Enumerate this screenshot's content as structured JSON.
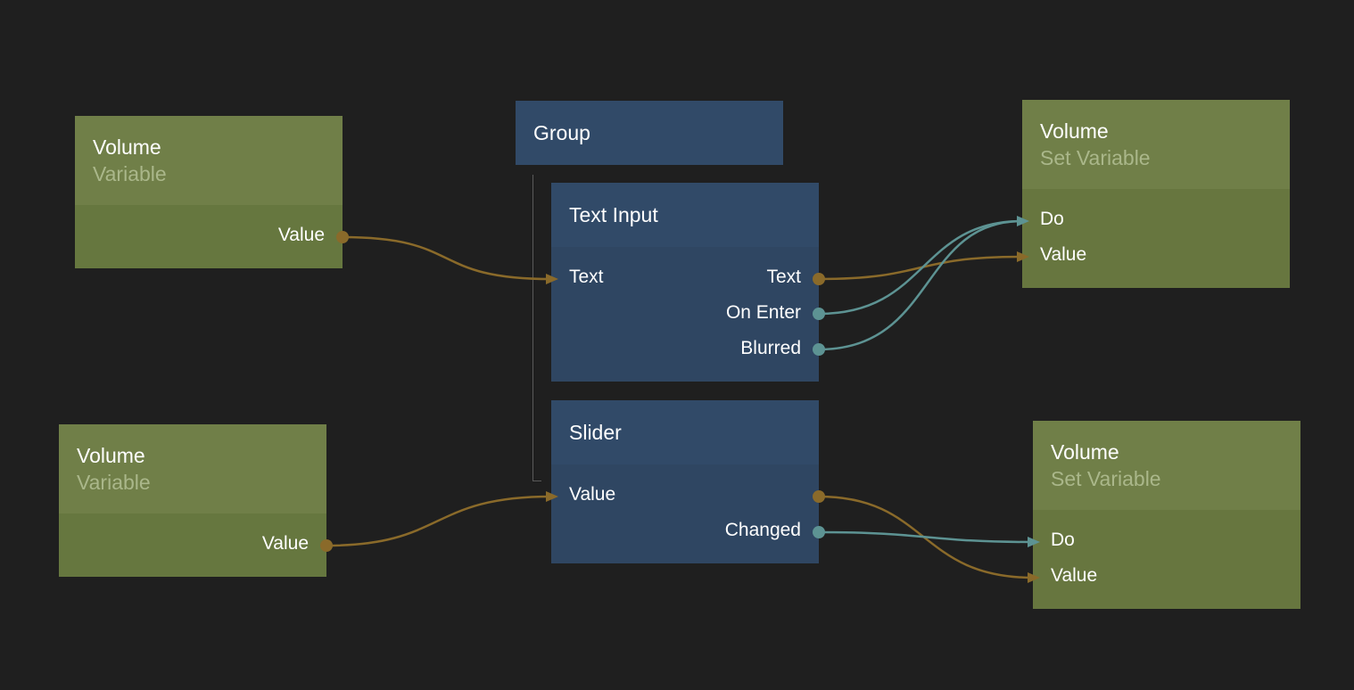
{
  "colors": {
    "background": "#1f1f1f",
    "variable_node": "#707f48",
    "visual_node": "#314a68",
    "data_wire": "#8a6a2a",
    "signal_wire": "#5d9393"
  },
  "nodes": {
    "var1": {
      "title": "Volume",
      "subtitle": "Variable",
      "outputs": [
        "Value"
      ]
    },
    "var2": {
      "title": "Volume",
      "subtitle": "Variable",
      "outputs": [
        "Value"
      ]
    },
    "group": {
      "title": "Group"
    },
    "text_input": {
      "title": "Text Input",
      "inputs": [
        "Text"
      ],
      "outputs": [
        "Text",
        "On Enter",
        "Blurred"
      ]
    },
    "slider": {
      "title": "Slider",
      "inputs": [
        "Value"
      ],
      "outputs": [
        "Changed"
      ]
    },
    "set1": {
      "title": "Volume",
      "subtitle": "Set Variable",
      "inputs": [
        "Do",
        "Value"
      ]
    },
    "set2": {
      "title": "Volume",
      "subtitle": "Set Variable",
      "inputs": [
        "Do",
        "Value"
      ]
    }
  }
}
